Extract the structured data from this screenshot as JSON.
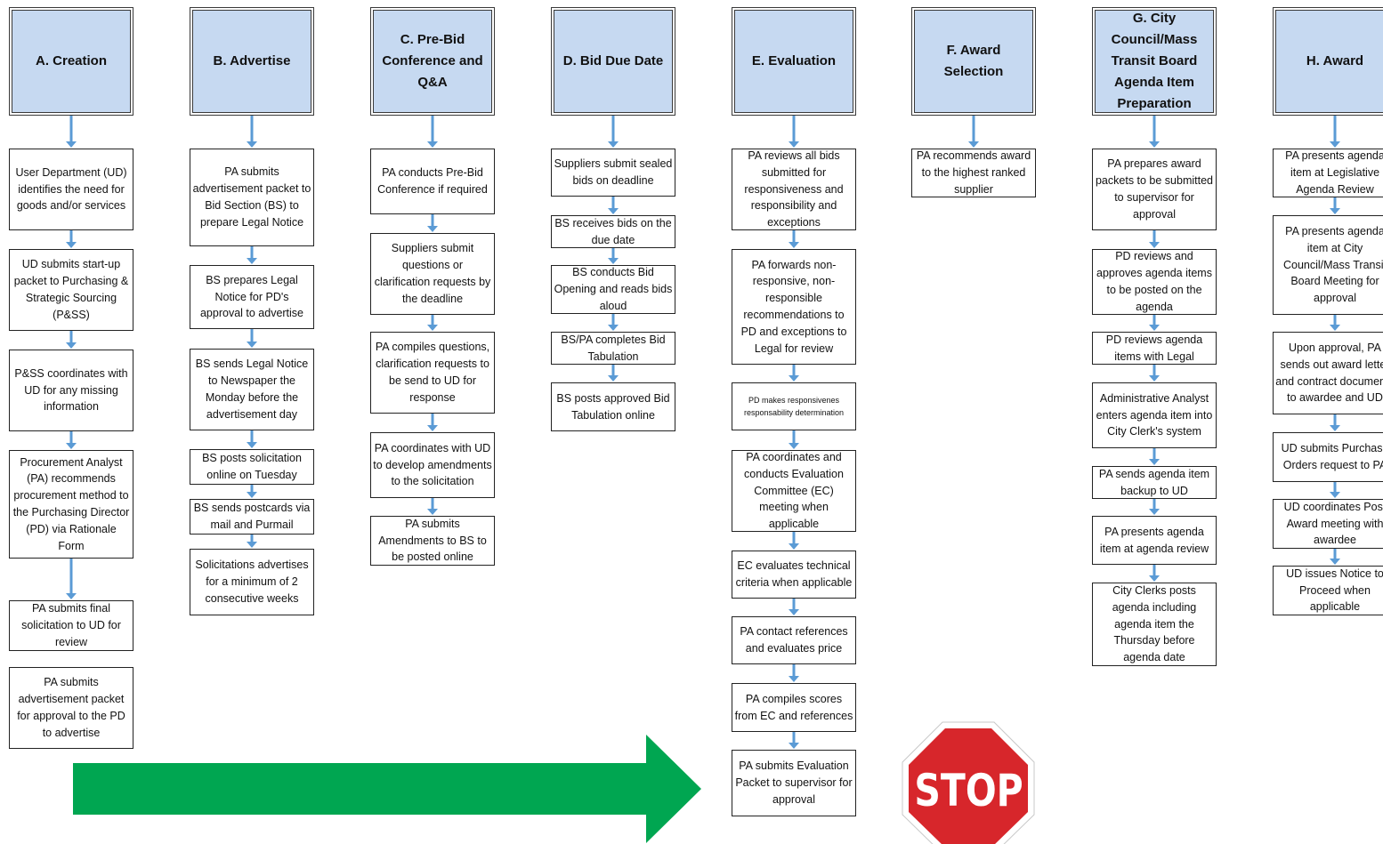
{
  "columns": [
    {
      "header": "A. Creation",
      "steps": [
        "User Department (UD) identifies the need for goods and/or services",
        "UD submits start-up packet to Purchasing & Strategic Sourcing (P&SS)",
        "P&SS coordinates with UD for any missing information",
        "Procurement Analyst (PA) recommends procurement method to the Purchasing Director (PD) via Rationale Form",
        "PA submits final solicitation to UD for review",
        "PA submits advertisement packet for approval to the PD to advertise"
      ]
    },
    {
      "header": "B.  Advertise",
      "steps": [
        "PA submits advertisement packet to Bid Section (BS) to prepare Legal Notice",
        "BS prepares Legal Notice for PD's approval to advertise",
        "BS sends Legal Notice to Newspaper the Monday before the advertisement day",
        "BS posts solicitation online on Tuesday",
        "BS sends postcards via mail and Purmail",
        "Solicitations advertises for a minimum of 2 consecutive weeks"
      ]
    },
    {
      "header": "C. Pre-Bid Conference and Q&A",
      "steps": [
        "PA conducts Pre-Bid Conference if required",
        "Suppliers submit questions or clarification requests by the deadline",
        "PA compiles questions, clarification requests to be send to UD for response",
        "PA coordinates with UD to develop amendments to the solicitation",
        "PA submits Amendments to BS to be posted online"
      ]
    },
    {
      "header": "D. Bid Due Date",
      "steps": [
        "Suppliers submit sealed bids on deadline",
        "BS receives bids on the due date",
        "BS conducts Bid Opening and reads bids aloud",
        "BS/PA completes Bid Tabulation",
        "BS posts approved Bid Tabulation online"
      ]
    },
    {
      "header": "E. Evaluation",
      "steps": [
        "PA reviews all bids submitted for responsiveness and responsibility and exceptions",
        "PA forwards non-responsive, non-responsible recommendations to PD  and exceptions to Legal for review",
        "PD makes responsivenes responsability determination",
        "PA coordinates and conducts Evaluation Committee (EC) meeting when applicable",
        "EC evaluates technical criteria when applicable",
        "PA contact references and evaluates price",
        "PA compiles scores from EC and references",
        "PA submits Evaluation Packet to supervisor for approval"
      ]
    },
    {
      "header": "F. Award Selection",
      "steps": [
        "PA recommends award to the highest ranked supplier"
      ]
    },
    {
      "header": "G. City Council/Mass Transit Board Agenda Item Preparation",
      "steps": [
        "PA prepares award packets to be submitted to supervisor for approval",
        "PD reviews and approves agenda items to be posted on the agenda",
        "PD reviews agenda items with Legal",
        "Administrative Analyst enters agenda item into City Clerk's system",
        "PA sends agenda item backup to UD",
        "PA presents agenda item at agenda review",
        "City Clerks posts agenda including agenda item the Thursday before agenda date"
      ]
    },
    {
      "header": "H. Award",
      "steps": [
        "PA presents agenda item at Legislative Agenda Review",
        "PA presents agenda item at City Council/Mass Transit Board Meeting for approval",
        "Upon approval, PA sends out award letter and contract documents to awardee and UD",
        "UD submits Purchase Orders request to PA",
        "UD coordinates Post Award meeting with awardee",
        "UD issues Notice to Proceed when applicable"
      ]
    }
  ],
  "stop_sign": {
    "label": "STOP"
  },
  "colors": {
    "header_fill": "#c6d9f1",
    "connector": "#5b9bd5",
    "progress_arrow": "#00a651",
    "stop_red": "#d7262b"
  }
}
